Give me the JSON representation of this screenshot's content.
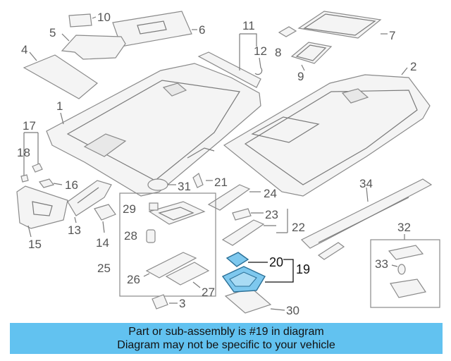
{
  "callouts": {
    "c1": "1",
    "c2": "2",
    "c3": "3",
    "c4": "4",
    "c5": "5",
    "c6": "6",
    "c7": "7",
    "c8": "8",
    "c9": "9",
    "c10": "10",
    "c11": "11",
    "c12": "12",
    "c13": "13",
    "c14": "14",
    "c15": "15",
    "c16": "16",
    "c17": "17",
    "c18": "18",
    "c19": "19",
    "c20": "20",
    "c21": "21",
    "c22": "22",
    "c23": "23",
    "c24": "24",
    "c25": "25",
    "c26": "26",
    "c27": "27",
    "c28": "28",
    "c29": "29",
    "c30": "30",
    "c31": "31",
    "c32": "32",
    "c33": "33",
    "c34": "34"
  },
  "highlighted_part": "19",
  "banner": {
    "line1": "Part or sub-assembly is #19 in diagram",
    "line2": "Diagram may not be specific to your vehicle"
  },
  "colors": {
    "highlight_fill": "#7ec8ee",
    "banner_bg": "#62c2f0"
  }
}
